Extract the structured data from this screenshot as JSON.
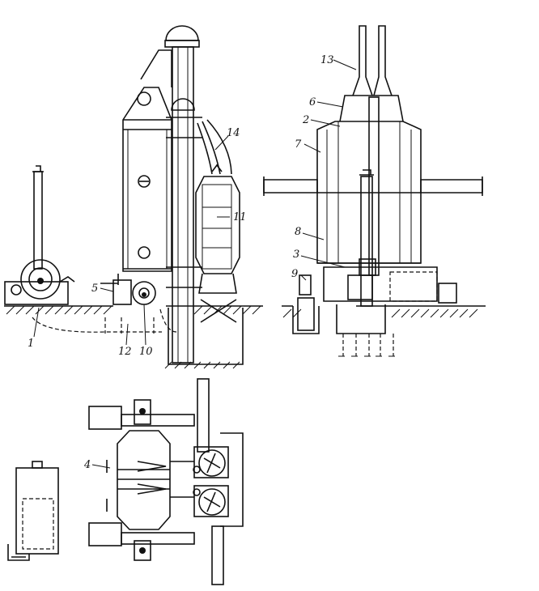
{
  "labels": {
    "l1": "1",
    "l2": "2",
    "l3": "3",
    "l4": "4",
    "l5": "5",
    "l6": "6",
    "l7": "7",
    "l8": "8",
    "l9": "9",
    "l10": "10",
    "l11": "11",
    "l12": "12",
    "l13": "13",
    "l14": "14"
  }
}
